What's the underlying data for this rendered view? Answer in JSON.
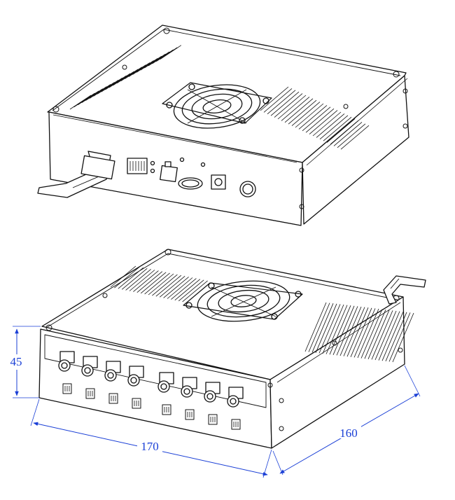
{
  "drawing": {
    "line_color": "#111111",
    "dimension_color": "#1a3fd6",
    "background": "#ffffff"
  },
  "dimensions": {
    "height": "45",
    "width": "170",
    "depth": "160"
  },
  "components": {
    "top_view": [
      "heatsink-fins",
      "cooling-fan",
      "handle",
      "terminal-block",
      "rj45-port",
      "serial-port",
      "dc-power-jack",
      "power-button",
      "led-indicators"
    ],
    "bottom_view": [
      "heatsink-fins",
      "cooling-fan",
      "handle",
      "bnc-connectors",
      "signal-terminals"
    ]
  },
  "bnc_connector_count": 8
}
